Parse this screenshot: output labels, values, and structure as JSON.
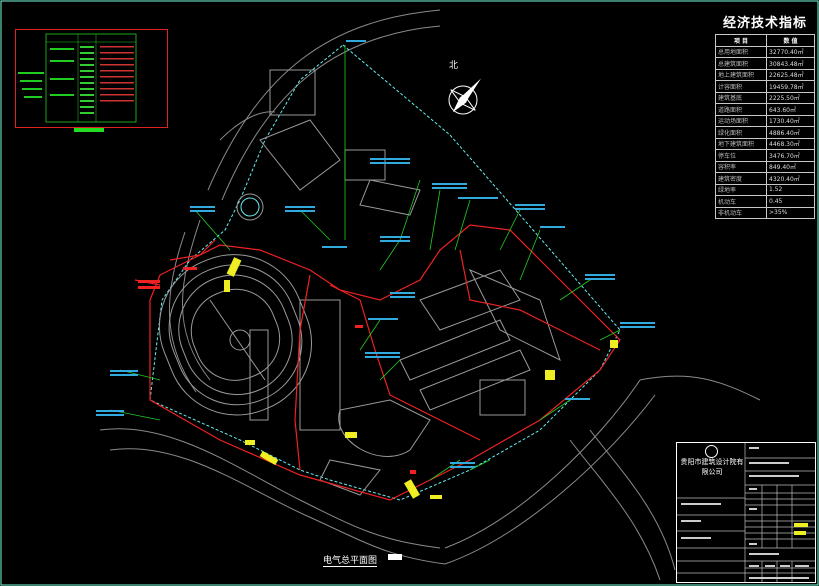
{
  "north_label": "北",
  "econ": {
    "title": "经济技术指标",
    "header": [
      "项 目",
      "数 值"
    ],
    "rows": [
      {
        "label": "总用地面积",
        "value": "32770.40㎡"
      },
      {
        "label": "总建筑面积",
        "value": "30843.48㎡"
      },
      {
        "label": "地上建筑面积",
        "value": "22625.48㎡"
      },
      {
        "label": "计容面积",
        "value": "19459.78㎡"
      },
      {
        "label": "建筑基底",
        "value": "2225.50㎡"
      },
      {
        "label": "道路面积",
        "value": "643.60㎡"
      },
      {
        "label": "运动场面积",
        "value": "1730.40㎡"
      },
      {
        "label": "绿化面积",
        "value": "4886.40㎡"
      },
      {
        "label": "地下建筑面积",
        "value": "4468.30㎡"
      },
      {
        "label": "停车位",
        "value": "3476.70㎡"
      },
      {
        "label": "容积率",
        "value": "849.40㎡"
      },
      {
        "label": "建筑密度",
        "value": "4320.40㎡"
      },
      {
        "label": "绿地率",
        "value": "1.52"
      },
      {
        "label": "机动车",
        "value": "0.45"
      },
      {
        "label": "非机动车",
        "value": ">35%"
      }
    ]
  },
  "title_block": {
    "company": "贵阳市建筑设计院有限公司"
  },
  "drawing_title": "电气总平面图"
}
